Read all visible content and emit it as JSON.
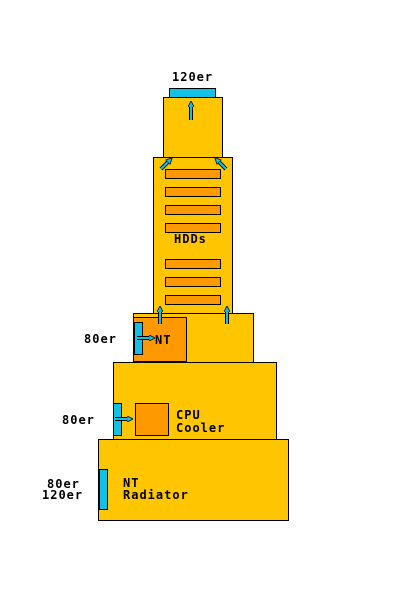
{
  "labels": {
    "top_fan": "120er",
    "hdds": "HDDs",
    "nt_fan": "80er",
    "nt": "NT",
    "cpu_fan": "80er",
    "cpu_cooler_line1": "CPU",
    "cpu_cooler_line2": "Cooler",
    "radiator_fan_line1": "80er",
    "radiator_fan_line2": "120er",
    "radiator_line1": "NT",
    "radiator_line2": "Radiator"
  },
  "colors": {
    "case": "#ffc600",
    "component": "#ff9900",
    "fan": "#12c0e8",
    "outline": "#000000"
  },
  "icons": {
    "airflow": "arrow-icon"
  }
}
